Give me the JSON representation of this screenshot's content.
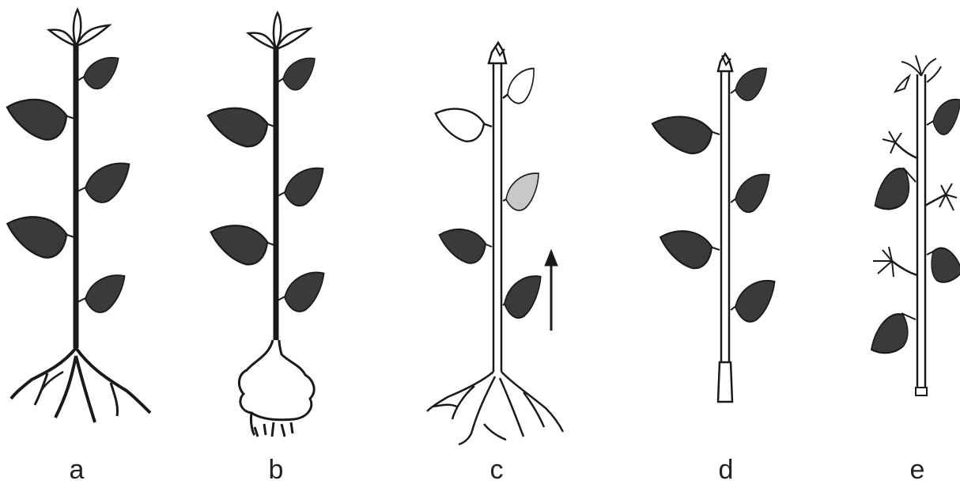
{
  "colors": {
    "leaf_dark": "#3a3a3a",
    "leaf_gray": "#c8c8c8",
    "line": "#1a1a1a",
    "background": "#ffffff"
  },
  "panels": [
    {
      "label": "a",
      "icon": "intact-plant-with-roots"
    },
    {
      "label": "b",
      "icon": "plant-with-callus-root-mass"
    },
    {
      "label": "c",
      "icon": "plant-with-arrow-up-gray-leaf"
    },
    {
      "label": "d",
      "icon": "cut-shoot-no-roots"
    },
    {
      "label": "e",
      "icon": "branched-shoot-with-buds"
    }
  ]
}
